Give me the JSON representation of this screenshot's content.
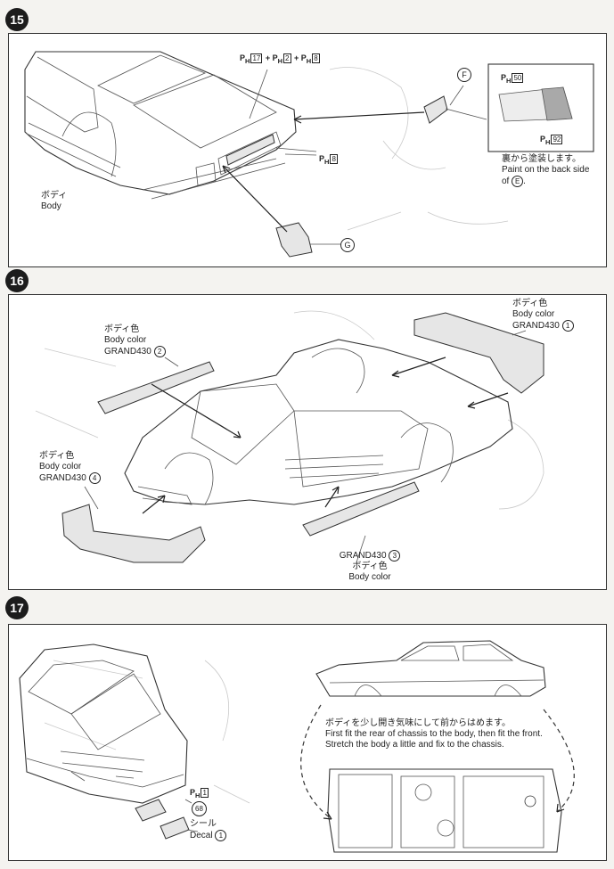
{
  "steps": [
    {
      "number": "15",
      "labels": {
        "body_jp": "ボディ",
        "body_en": "Body",
        "ref_top": {
          "prefix": "P",
          "sub": "H",
          "boxes": [
            "17",
            "2",
            "8"
          ]
        },
        "ref_mid": {
          "prefix": "P",
          "sub": "H",
          "box": "8"
        },
        "part_f": "F",
        "part_g": "G",
        "swatch_ref_top": {
          "prefix": "P",
          "sub": "H",
          "box": "50"
        },
        "swatch_ref_bottom": {
          "prefix": "P",
          "sub": "H",
          "box": "92"
        },
        "note_jp": "裏から塗装します。",
        "note_en_1": "Paint on the back side",
        "note_en_2_prefix": "of",
        "note_en_2_letter": "E",
        "note_en_2_suffix": "."
      }
    },
    {
      "number": "16",
      "labels": {
        "c1_jp": "ボディ色",
        "c1_en": "Body color",
        "c1_code": "GRAND430",
        "c1_num": "1",
        "c2_jp": "ボディ色",
        "c2_en": "Body color",
        "c2_code": "GRAND430",
        "c2_num": "2",
        "c3_code": "GRAND430",
        "c3_num": "3",
        "c3_jp": "ボディ色",
        "c3_en": "Body color",
        "c4_jp": "ボディ色",
        "c4_en": "Body color",
        "c4_code": "GRAND430",
        "c4_num": "4"
      }
    },
    {
      "number": "17",
      "labels": {
        "ref": {
          "prefix": "P",
          "sub": "H",
          "box": "1"
        },
        "ref_num": "68",
        "decal_jp": "シール",
        "decal_en": "Decal",
        "decal_num": "1",
        "instr_jp": "ボディを少し開き気味にして前からはめます。",
        "instr_en_1": "First fit the rear of chassis to the body, then fit the front.",
        "instr_en_2": "Stretch the body a little and fix to the chassis."
      }
    }
  ],
  "colors": {
    "ink": "#222222",
    "panel_bg": "#ffffff",
    "page_bg": "#f4f3f0"
  }
}
